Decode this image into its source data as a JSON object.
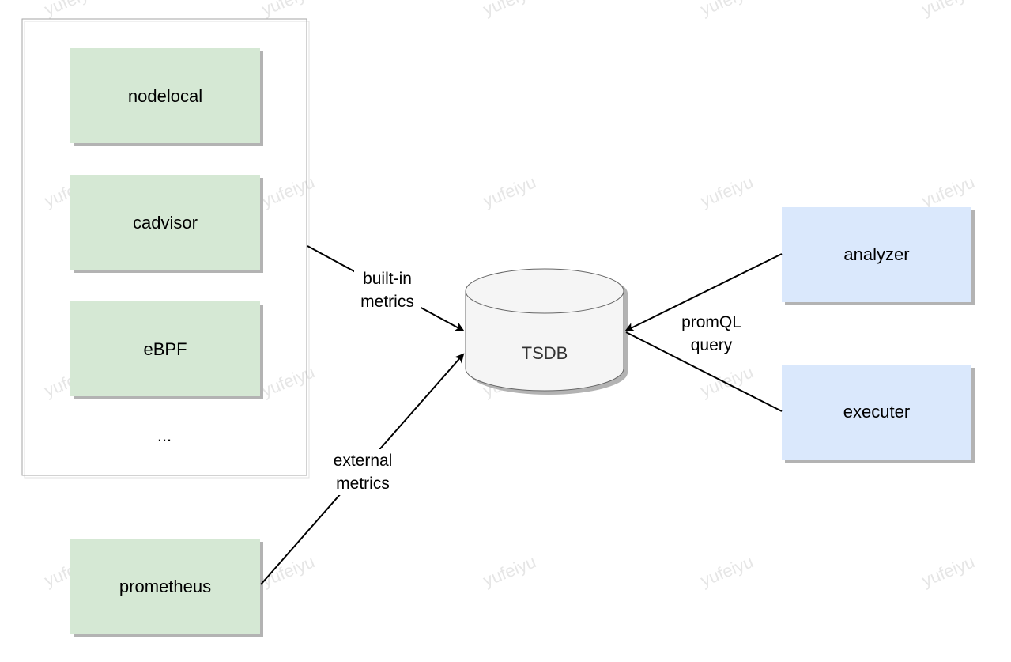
{
  "nodes": {
    "nodelocal": "nodelocal",
    "cadvisor": "cadvisor",
    "ebpf": "eBPF",
    "more": "...",
    "prometheus": "prometheus",
    "tsdb": "TSDB",
    "analyzer": "analyzer",
    "executer": "executer"
  },
  "edges": {
    "builtin_line1": "built-in",
    "builtin_line2": "metrics",
    "external_line1": "external",
    "external_line2": "metrics",
    "promql_line1": "promQL",
    "promql_line2": "query"
  },
  "watermark": "yufeiyu",
  "colors": {
    "source_fill": "#d5e8d4",
    "consumer_fill": "#dae8fc",
    "db_fill": "#f5f5f5",
    "shadow": "#b3b3b3",
    "container_border": "#a6a6a6"
  }
}
